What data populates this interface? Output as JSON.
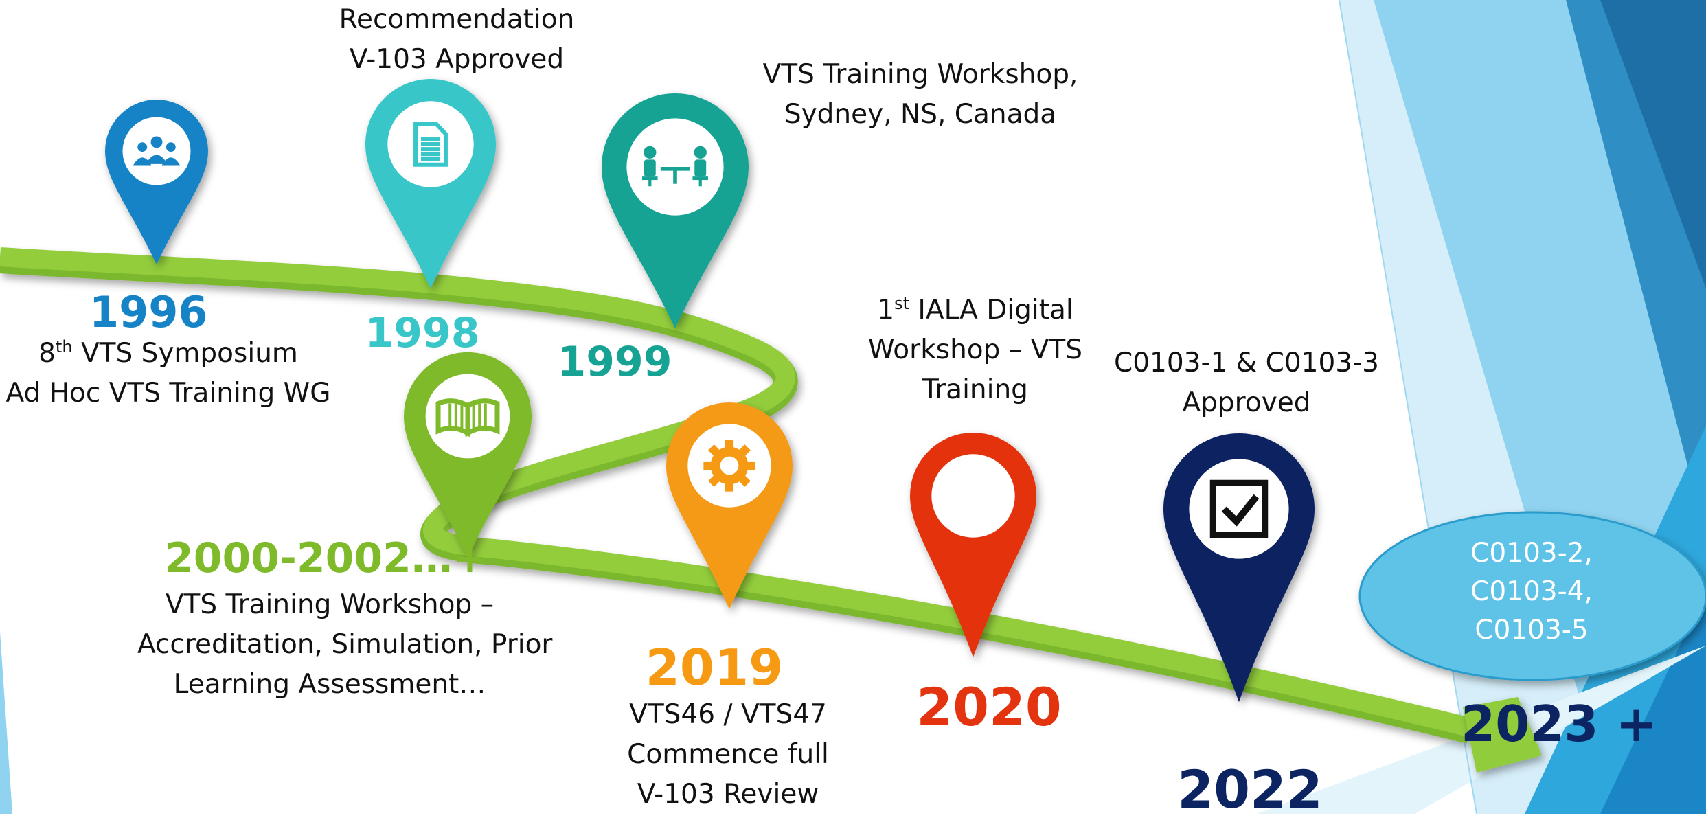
{
  "colors": {
    "road": "#8dc63f",
    "pin_1996": "#1683c6",
    "pin_1998": "#38c6c9",
    "pin_1999": "#17a394",
    "pin_2000": "#7fba2a",
    "pin_2019": "#f59a12",
    "pin_2020": "#e4330f",
    "pin_2022": "#0c2461",
    "oval": "#5fc3e8"
  },
  "milestones": [
    {
      "year": "1996",
      "lines": [
        "8th VTS Symposium",
        "Ad Hoc VTS Training WG"
      ],
      "sup": "th",
      "sup_prefix": "8",
      "sup_rest": " VTS Symposium",
      "line2": "Ad Hoc VTS Training WG",
      "icon": "group-icon"
    },
    {
      "year": "1998",
      "line1": "Recommendation",
      "line2": "V-103 Approved",
      "icon": "document-icon"
    },
    {
      "year": "1999",
      "line1": "VTS Training Workshop,",
      "line2": "Sydney, NS, Canada",
      "icon": "meeting-icon"
    },
    {
      "year": "2000-2002…+",
      "line1": "VTS Training Workshop –",
      "line2": "Accreditation, Simulation, Prior",
      "line3": "Learning Assessment…",
      "icon": "book-icon"
    },
    {
      "year": "2019",
      "line1": "VTS46 / VTS47",
      "line2": "Commence full",
      "line3": "V-103 Review",
      "icon": "gear-icon"
    },
    {
      "year": "2020",
      "sup_prefix": "1",
      "sup": "st",
      "sup_rest": " IALA Digital",
      "line2": "Workshop – VTS",
      "line3": "Training",
      "icon": "digital-head-icon"
    },
    {
      "year": "2022",
      "line1": "C0103-1 & C0103-3",
      "line2": "Approved",
      "icon": "checkbox-icon"
    }
  ],
  "future": {
    "year": "2023 +",
    "line1": "C0103-2,",
    "line2": "C0103-4,",
    "line3": "C0103-5"
  }
}
